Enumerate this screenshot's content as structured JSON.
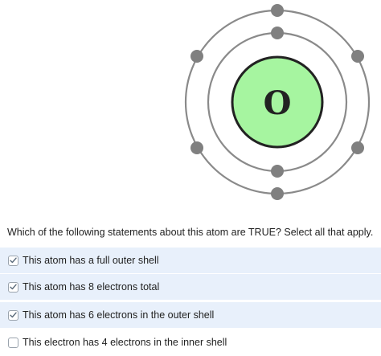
{
  "diagram": {
    "element_symbol": "O",
    "nucleus_color": "#a6f5a0",
    "electron_color": "#808080",
    "shell_color": "#8a8a8a",
    "shells": [
      {
        "electrons": 2
      },
      {
        "electrons": 6
      }
    ]
  },
  "question": {
    "text": "Which of the following statements about this atom are TRUE? Select all that apply."
  },
  "choices": [
    {
      "label": "This atom has a full outer shell",
      "checked": true
    },
    {
      "label": "This atom has 8 electrons total",
      "checked": true
    },
    {
      "label": "This atom has 6 electrons in the outer shell",
      "checked": true
    },
    {
      "label": "This electron has 4 electrons in the inner shell",
      "checked": false
    }
  ],
  "theme": {
    "selected_bg": "#e8f0fb",
    "check_color": "#5a6a7a"
  }
}
